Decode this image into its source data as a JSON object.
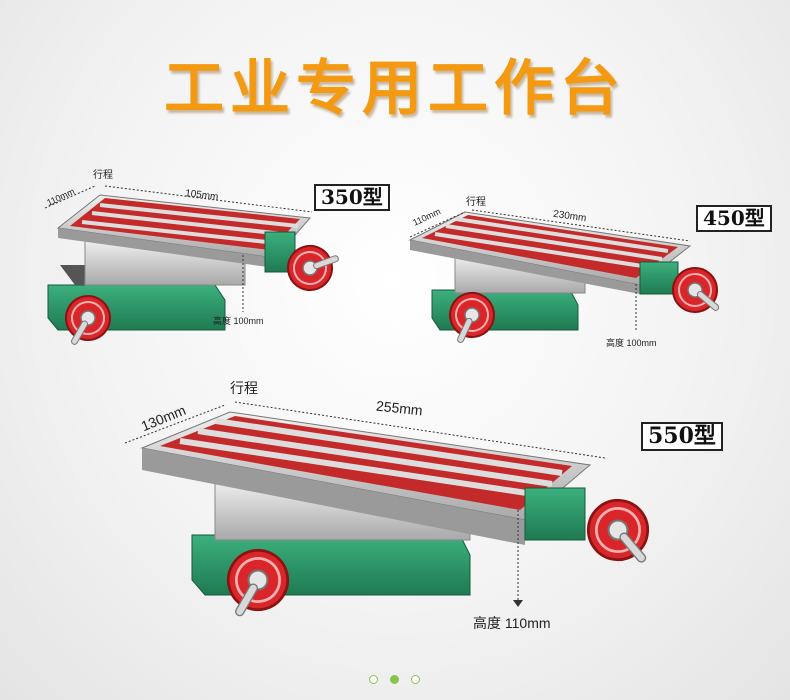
{
  "page": {
    "title": "工业专用工作台"
  },
  "products": [
    {
      "model": "350型",
      "width": "110mm",
      "travel_label": "行程",
      "length": "105mm",
      "height": "高度 100mm"
    },
    {
      "model": "450型",
      "width": "110mm",
      "travel_label": "行程",
      "length": "230mm",
      "height": "高度 100mm"
    },
    {
      "model": "550型",
      "width": "130mm",
      "travel_label": "行程",
      "length": "255mm",
      "height": "高度 110mm"
    }
  ],
  "carousel": {
    "total": 3,
    "active_index": 1
  },
  "colors": {
    "title": "#f39a12",
    "base": "#2e9b6a",
    "handwheel": "#d9262a",
    "table": "#cfcfcf",
    "slot": "#c32020"
  }
}
